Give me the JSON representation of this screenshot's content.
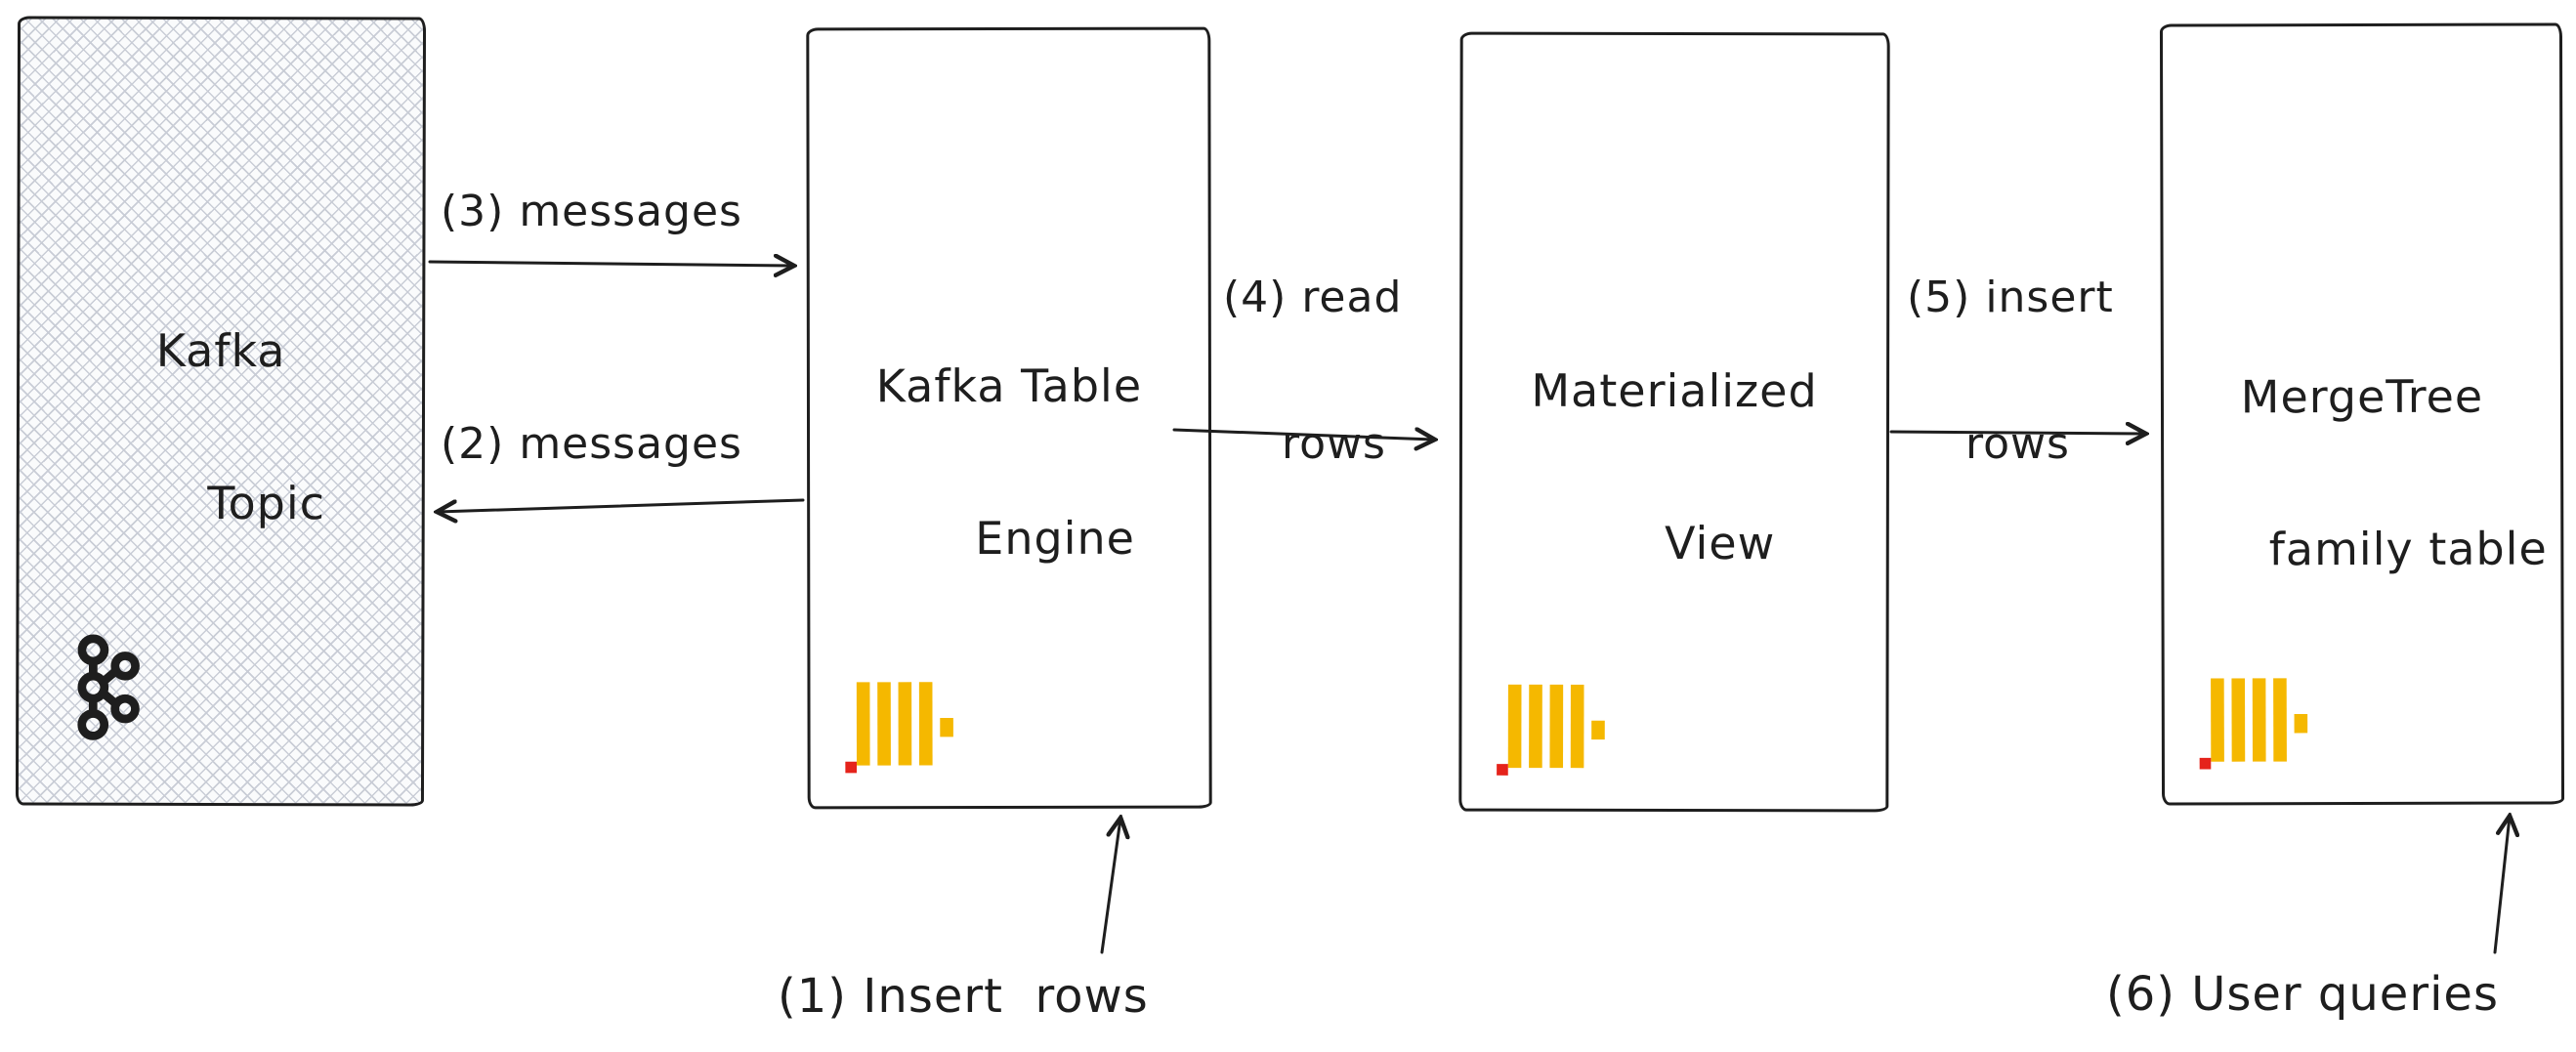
{
  "diagram": {
    "type": "flow-diagram",
    "nodes": {
      "kafka_topic": {
        "line1": "Kafka",
        "line2": "Topic",
        "icon": "kafka-logo"
      },
      "kafka_table_engine": {
        "line1": "Kafka Table",
        "line2": "Engine",
        "icon": "clickhouse-logo"
      },
      "materialized_view": {
        "line1": "Materialized",
        "line2": "View",
        "icon": "clickhouse-logo"
      },
      "mergetree_table": {
        "line1": "MergeTree",
        "line2": "family table",
        "icon": "clickhouse-logo"
      }
    },
    "edges": {
      "insert_rows_1": {
        "label": "(1) Insert  rows",
        "direction": "up-into-kafka-table-engine"
      },
      "messages_2": {
        "label": "(2) messages",
        "direction": "kafka-table-engine-to-kafka-topic"
      },
      "messages_3": {
        "label": "(3) messages",
        "direction": "kafka-topic-to-kafka-table-engine"
      },
      "read_rows_4": {
        "line1": "(4) read",
        "line2": "rows",
        "direction": "kafka-table-engine-to-materialized-view"
      },
      "insert_rows_5": {
        "line1": "(5) insert",
        "line2": "rows",
        "direction": "materialized-view-to-mergetree-table"
      },
      "user_queries_6": {
        "label": "(6) User queries",
        "direction": "up-into-mergetree-table"
      }
    },
    "colors": {
      "stroke": "#1e1e1e",
      "clickhouse_yellow": "#F5B800",
      "clickhouse_red": "#E5231B",
      "kafka_topic_hatch": "#c9cdd6",
      "background": "#ffffff"
    }
  }
}
